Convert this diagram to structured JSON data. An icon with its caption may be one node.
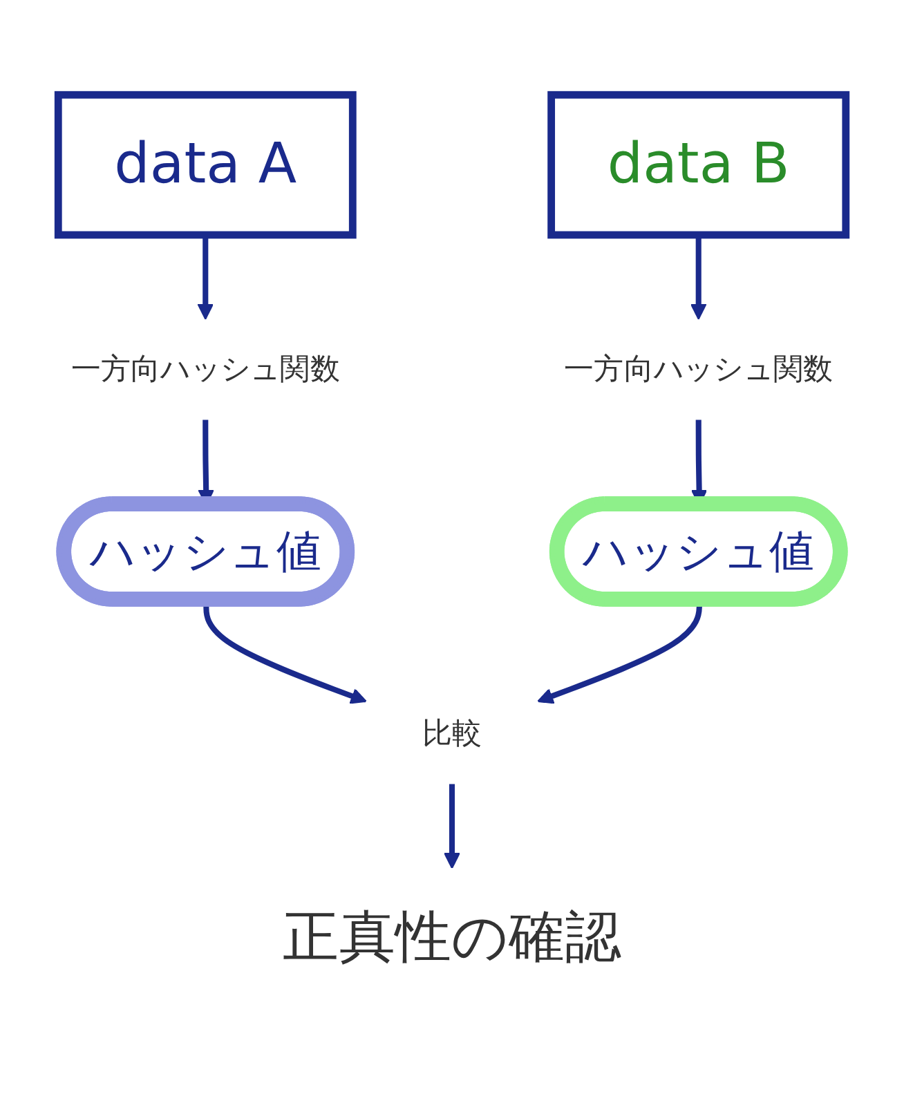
{
  "diagram": {
    "nodes": [
      {
        "text": [
          "data A"
        ]
      },
      {
        "text": [
          "一方向ハッシュ関数"
        ]
      },
      {
        "text": [
          "ハッシュ値"
        ]
      },
      {
        "text": [
          "data B"
        ]
      },
      {
        "text": [
          "一方向ハッシュ関数"
        ]
      },
      {
        "text": [
          "ハッシュ値"
        ]
      },
      {
        "text": [
          "比較"
        ]
      },
      {
        "text": [
          "正真性の確認"
        ]
      }
    ],
    "edges": [
      {
        "from": 0,
        "to": 1,
        "arrow": "to"
      },
      {
        "from": 1,
        "to": 2,
        "arrow": "to"
      },
      {
        "from": 3,
        "to": 4,
        "arrow": "to"
      },
      {
        "from": 4,
        "to": 5,
        "arrow": "to"
      },
      {
        "from": 2,
        "to": 6,
        "arrow": "to"
      },
      {
        "from": 5,
        "to": 6,
        "arrow": "to"
      },
      {
        "from": 6,
        "to": 7,
        "arrow": "to"
      }
    ]
  }
}
